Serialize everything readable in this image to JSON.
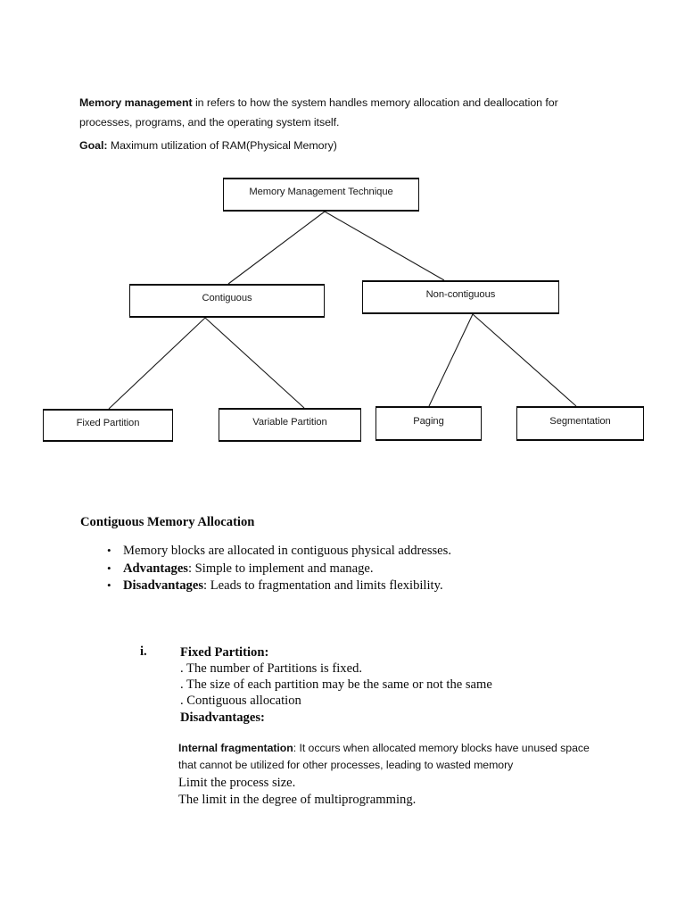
{
  "document": {
    "intro": {
      "lead_bold": "Memory management",
      "lead_rest": " in refers to how the system handles memory allocation and deallocation for processes, programs, and the operating system itself.",
      "goal_label": "Goal:",
      "goal_text": " Maximum utilization of RAM(Physical Memory)"
    },
    "diagram": {
      "root": "Memory Management Technique",
      "level2": [
        "Contiguous",
        "Non-contiguous"
      ],
      "level3": [
        "Fixed Partition",
        "Variable Partition",
        "Paging",
        "Segmentation"
      ],
      "line_color": "#1a1a1a",
      "box_border_color": "#0b0b0b"
    },
    "section": {
      "heading": "Contiguous Memory Allocation",
      "bullets": [
        {
          "bold": "",
          "text": "Memory blocks are allocated in contiguous physical addresses."
        },
        {
          "bold": "Advantages",
          "text": ": Simple to implement and manage."
        },
        {
          "bold": "Disadvantages",
          "text": ": Leads to fragmentation and limits flexibility."
        }
      ]
    },
    "roman_item": {
      "marker": "i.",
      "title": "Fixed Partition:",
      "lines": [
        ". The number of Partitions is fixed.",
        ". The size of each partition may be the same or not the same",
        ". Contiguous allocation"
      ],
      "disadvantages_label": "Disadvantages:"
    },
    "fragmentation": {
      "term": "Internal fragmentation",
      "definition": ": It occurs when allocated memory blocks have unused space that cannot be utilized for other processes, leading to wasted memory",
      "extra_lines": [
        "Limit the process size.",
        "The limit in the degree of multiprogramming."
      ]
    }
  }
}
